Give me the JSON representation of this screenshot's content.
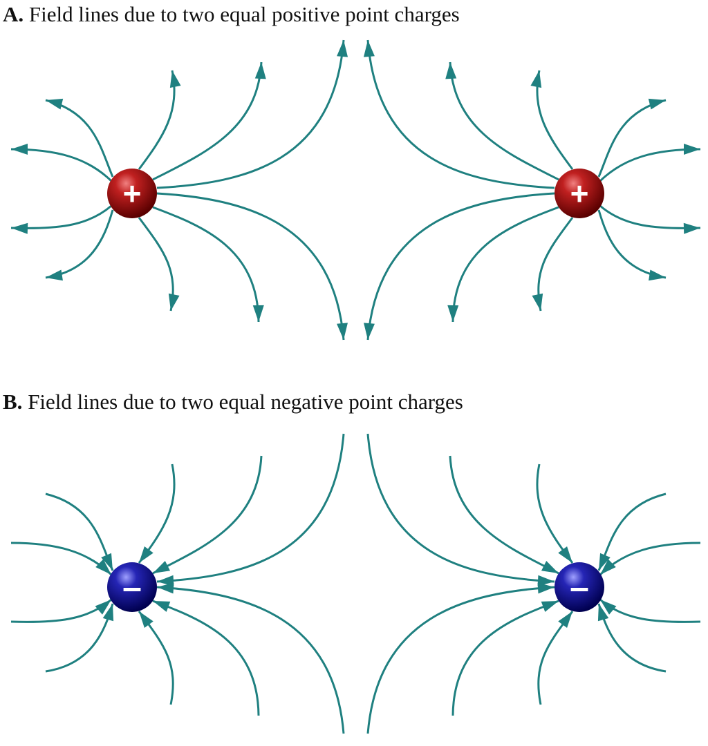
{
  "panel_a": {
    "letter": "A.",
    "caption": " Field lines due to two equal positive point charges",
    "charge_sign": "+",
    "charge_color": "#a01010",
    "arrow_direction": "outward"
  },
  "panel_b": {
    "letter": "B.",
    "caption": " Field lines due to two equal negative point charges",
    "charge_sign": "–",
    "charge_color": "#1a1a9e",
    "arrow_direction": "inward"
  },
  "colors": {
    "field_line": "#1f8080",
    "background": "#ffffff"
  }
}
